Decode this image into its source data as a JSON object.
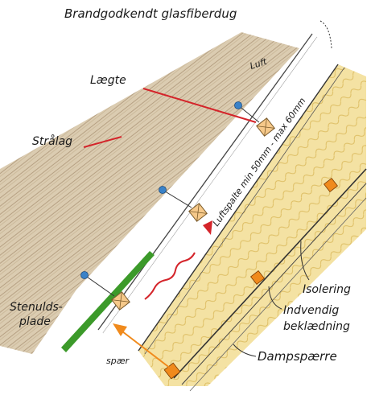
{
  "labels": {
    "top": "Brandgodkendt glasfiberdug",
    "luft": "Luft",
    "laegte": "Lægte",
    "straatag": "Strålag",
    "luftspalte": "Luftspalte min 50mm - max 60mm",
    "isolering": "Isolering",
    "stenulds_line1": "Stenulds-",
    "stenulds_line2": "plade",
    "indvendig_line1": "Indvendig",
    "indvendig_line2": "beklædning",
    "spaer": "spær",
    "dampspaerre": "Dampspærre"
  },
  "colors": {
    "thatch": "#c9b79a",
    "thatch_dark": "#8f7a5a",
    "insulation": "#f3df9a",
    "insulation_line": "#e2c15a",
    "batten_fill": "#f6c98a",
    "stone_wool_board": "#3c9a2a",
    "red_arrow": "#d4242a",
    "orange_marker": "#f08a1c",
    "pin_blue": "#3a82c8"
  }
}
